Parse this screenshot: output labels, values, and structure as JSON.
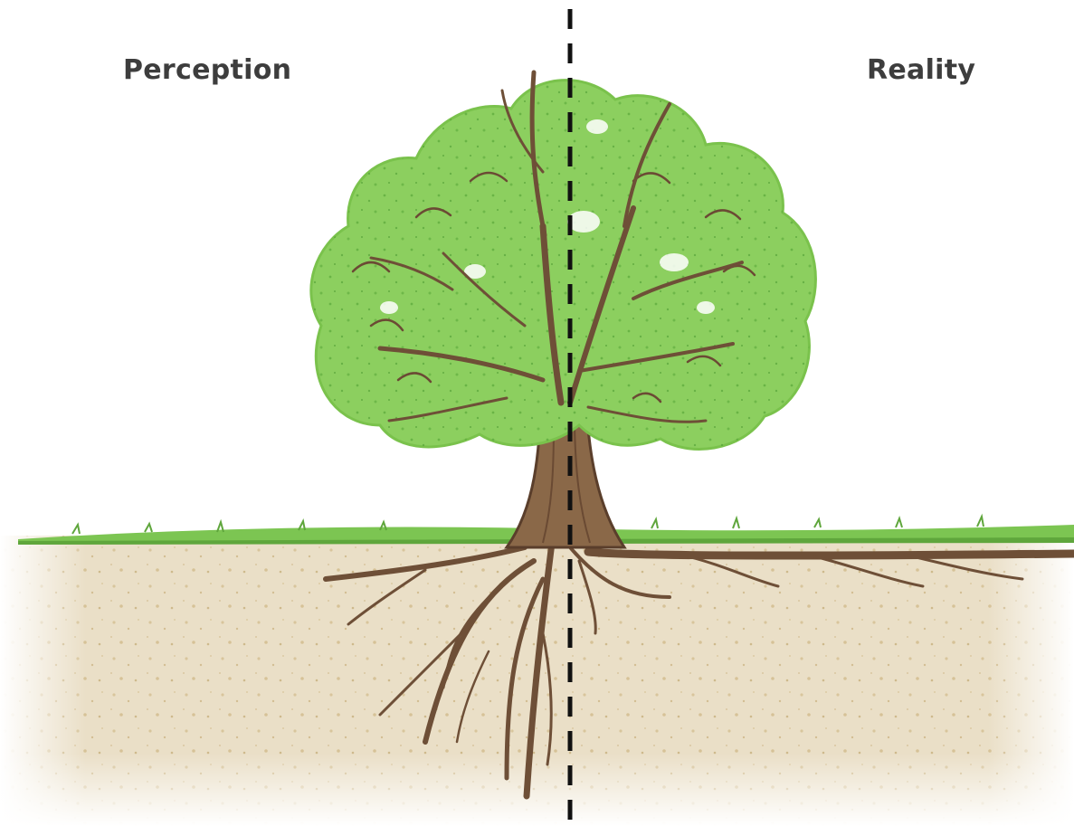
{
  "labels": {
    "left": "Perception",
    "right": "Reality"
  },
  "colors": {
    "foliage": "#8ccf5f",
    "foliage_dark": "#6cb548",
    "bark": "#7a5a3f",
    "bark_outline": "#5a3e2b",
    "grass": "#79c24e",
    "soil": "#e9dcc3",
    "divider": "#111111",
    "label_text": "#3d3d3d"
  },
  "icons": {
    "tree": "tree-illustration",
    "divider": "dashed-line"
  }
}
